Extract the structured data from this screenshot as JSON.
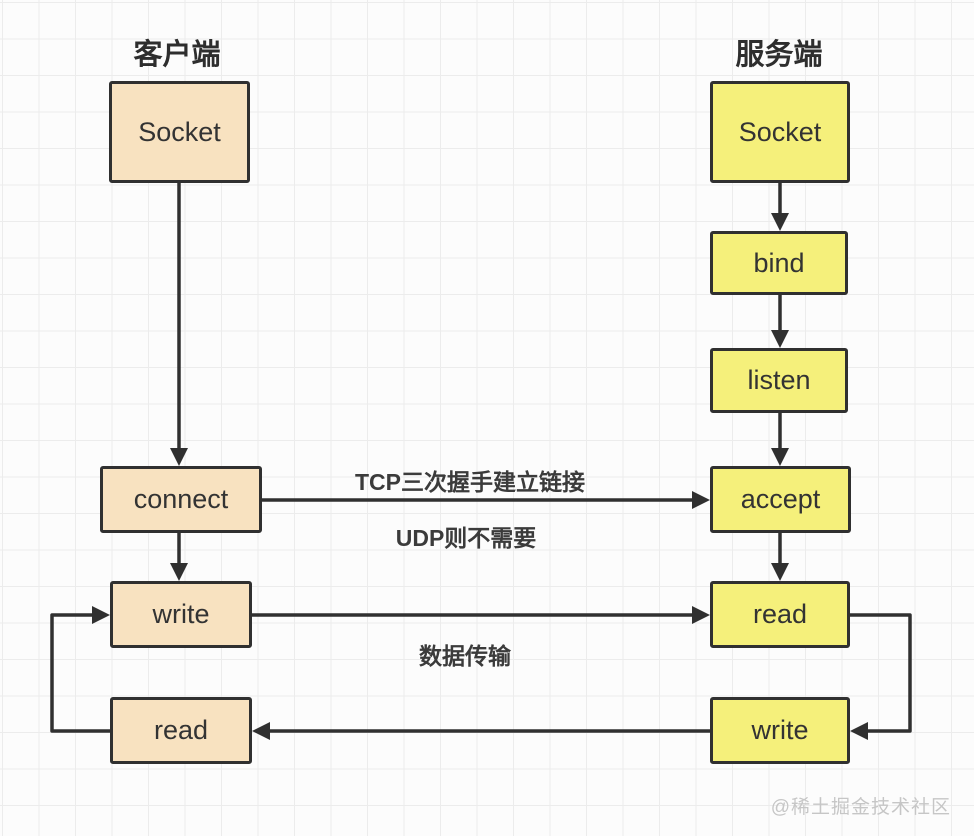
{
  "diagram": {
    "client": {
      "title": "客户端",
      "nodes": {
        "socket": "Socket",
        "connect": "connect",
        "write": "write",
        "read": "read"
      }
    },
    "server": {
      "title": "服务端",
      "nodes": {
        "socket": "Socket",
        "bind": "bind",
        "listen": "listen",
        "accept": "accept",
        "read": "read",
        "write": "write"
      }
    },
    "edge_labels": {
      "handshake": "TCP三次握手建立链接",
      "udp_note": "UDP则不需要",
      "data_transfer": "数据传输"
    },
    "watermark": "@稀土掘金技术社区",
    "colors": {
      "background": "#fcfcfc",
      "grid_line": "#ececec",
      "client_box_fill": "#f8e2c0",
      "server_box_fill": "#f5f07b",
      "box_border": "#303030",
      "arrow": "#303030",
      "text": "#333333",
      "label_text": "#3b3b3b",
      "watermark_text": "#c6c6c6"
    }
  }
}
